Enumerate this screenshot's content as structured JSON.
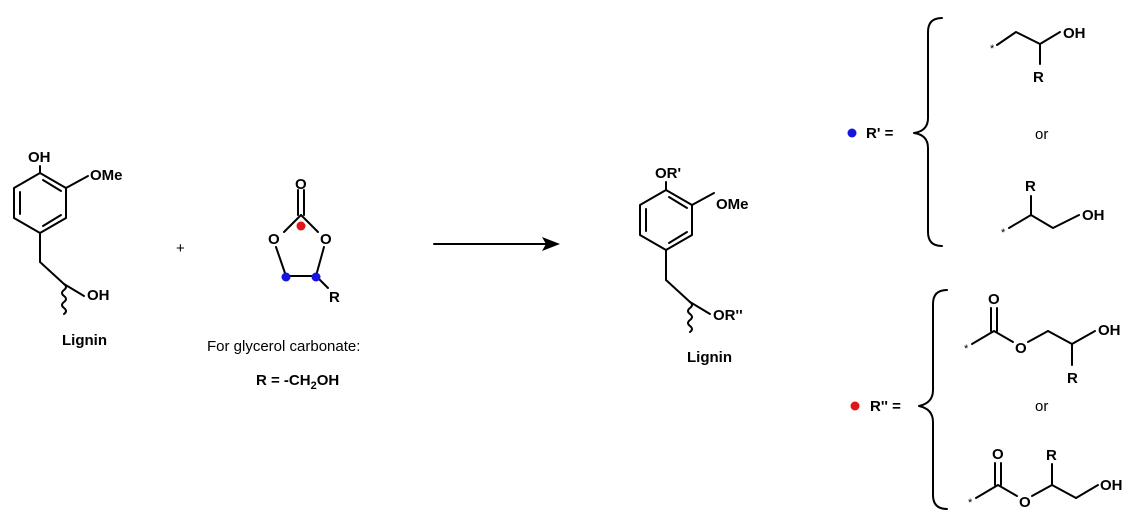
{
  "colors": {
    "blue": "#1515e0",
    "red": "#e01515",
    "ink": "#000000"
  },
  "reactant1": {
    "oh_top": "OH",
    "ome": "OMe",
    "oh_side": "OH",
    "chain": "Lignin"
  },
  "plus": "+",
  "carbonate": {
    "o_carbonyl": "O",
    "o_left": "O",
    "o_right": "O",
    "r": "R"
  },
  "note": {
    "caption": "For glycerol carbonate:",
    "formula_lhs": "R = -CH",
    "formula_sub": "2",
    "formula_rhs": "OH"
  },
  "product": {
    "or_top": "OR'",
    "ome": "OMe",
    "or_side": "OR''",
    "chain": "Lignin"
  },
  "r_prime": {
    "label": "R' =",
    "or": "or",
    "opt1": {
      "star": "*",
      "oh": "OH",
      "r": "R"
    },
    "opt2": {
      "star": "*",
      "oh": "OH",
      "r": "R"
    }
  },
  "r_double": {
    "label": "R'' =",
    "or": "or",
    "opt1": {
      "star": "*",
      "o_carbonyl": "O",
      "o_ester": "O",
      "oh": "OH",
      "r": "R"
    },
    "opt2": {
      "star": "*",
      "o_carbonyl": "O",
      "o_ester": "O",
      "oh": "OH",
      "r": "R"
    }
  }
}
